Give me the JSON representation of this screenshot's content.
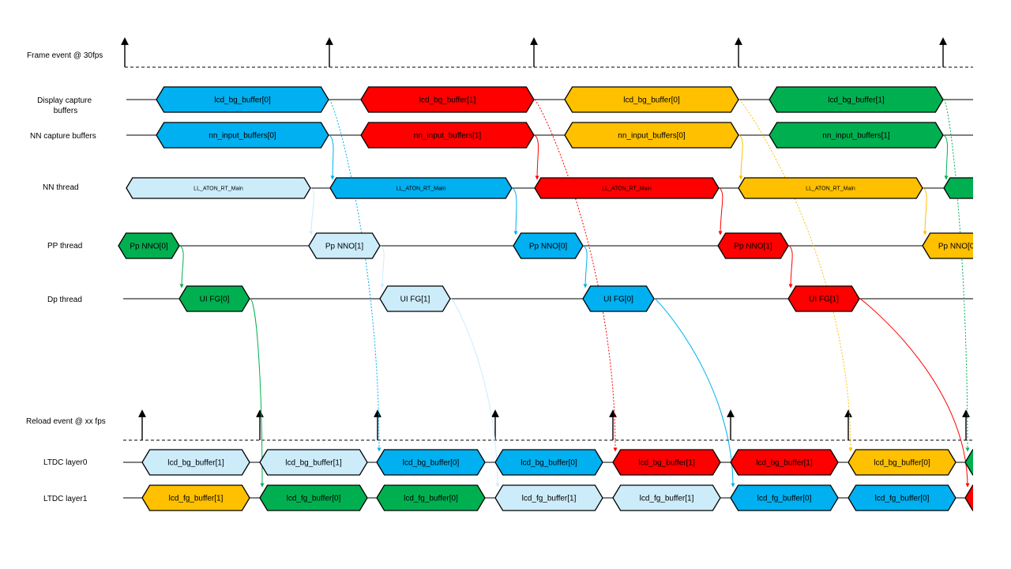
{
  "colors": {
    "light": "#ccecfa",
    "blue": "#00b0f0",
    "red": "#ff0000",
    "yellow": "#ffc000",
    "green": "#00b050",
    "line": "#000000"
  },
  "lanes": [
    {
      "id": "frame",
      "label": "Frame event @ 30fps"
    },
    {
      "id": "disp",
      "label": "Display capture\nbuffers"
    },
    {
      "id": "nncap",
      "label": "NN capture buffers"
    },
    {
      "id": "nnthread",
      "label": "NN thread"
    },
    {
      "id": "pp",
      "label": "PP thread"
    },
    {
      "id": "dp",
      "label": "Dp thread"
    },
    {
      "id": "reload",
      "label": "Reload event @ xx fps"
    },
    {
      "id": "l0",
      "label": "LTDC layer0"
    },
    {
      "id": "l1",
      "label": "LTDC layer1"
    }
  ],
  "blocks": {
    "disp": [
      {
        "label": "lcd_bg_buffer[0]",
        "color": "blue"
      },
      {
        "label": "lcd_bg_buffer[1]",
        "color": "red"
      },
      {
        "label": "lcd_bg_buffer[0]",
        "color": "yellow"
      },
      {
        "label": "lcd_bg_buffer[1]",
        "color": "green"
      }
    ],
    "nncap": [
      {
        "label": "nn_input_buffers[0]",
        "color": "blue"
      },
      {
        "label": "nn_input_buffers[1]",
        "color": "red"
      },
      {
        "label": "nn_input_buffers[0]",
        "color": "yellow"
      },
      {
        "label": "nn_input_buffers[1]",
        "color": "green"
      }
    ],
    "nnthread": [
      {
        "label": "LL_ATON_RT_Main",
        "color": "light"
      },
      {
        "label": "LL_ATON_RT_Main",
        "color": "blue"
      },
      {
        "label": "LL_ATON_RT_Main",
        "color": "red"
      },
      {
        "label": "LL_ATON_RT_Main",
        "color": "yellow"
      },
      {
        "label": "",
        "color": "green"
      }
    ],
    "pp": [
      {
        "label": "Pp NNO[0]",
        "color": "green"
      },
      {
        "label": "Pp NNO[1]",
        "color": "light"
      },
      {
        "label": "Pp NNO[0]",
        "color": "blue"
      },
      {
        "label": "Pp NNO[1]",
        "color": "red"
      },
      {
        "label": "Pp NNO[0]",
        "color": "yellow"
      }
    ],
    "dp": [
      {
        "label": "UI FG[0]",
        "color": "green"
      },
      {
        "label": "UI FG[1]",
        "color": "light"
      },
      {
        "label": "UI FG[0]",
        "color": "blue"
      },
      {
        "label": "UI FG[1]",
        "color": "red"
      }
    ],
    "l0": [
      {
        "label": "lcd_bg_buffer[1]",
        "color": "light"
      },
      {
        "label": "lcd_bg_buffer[1]",
        "color": "light"
      },
      {
        "label": "lcd_bg_buffer[0]",
        "color": "blue"
      },
      {
        "label": "lcd_bg_buffer[0]",
        "color": "blue"
      },
      {
        "label": "lcd_bg_buffer[1]",
        "color": "red"
      },
      {
        "label": "lcd_bg_buffer[1]",
        "color": "red"
      },
      {
        "label": "lcd_bg_buffer[0]",
        "color": "yellow"
      },
      {
        "label": "",
        "color": "green"
      }
    ],
    "l1": [
      {
        "label": "lcd_fg_buffer[1]",
        "color": "yellow"
      },
      {
        "label": "lcd_fg_buffer[0]",
        "color": "green"
      },
      {
        "label": "lcd_fg_buffer[0]",
        "color": "green"
      },
      {
        "label": "lcd_fg_buffer[1]",
        "color": "light"
      },
      {
        "label": "lcd_fg_buffer[1]",
        "color": "light"
      },
      {
        "label": "lcd_fg_buffer[0]",
        "color": "blue"
      },
      {
        "label": "lcd_fg_buffer[0]",
        "color": "blue"
      },
      {
        "label": "",
        "color": "red"
      }
    ]
  },
  "connectors": [
    {
      "from": "disp.0",
      "to": "l0.2",
      "color": "blue",
      "dotted": true
    },
    {
      "from": "disp.1",
      "to": "l0.4",
      "color": "red",
      "dotted": true
    },
    {
      "from": "disp.2",
      "to": "l0.6",
      "color": "yellow",
      "dotted": true
    },
    {
      "from": "disp.3",
      "to": "l0.7",
      "color": "green",
      "dotted": true
    },
    {
      "from": "nncap.0",
      "to": "nnthread.1",
      "color": "blue",
      "dotted": false
    },
    {
      "from": "nncap.1",
      "to": "nnthread.2",
      "color": "red",
      "dotted": false
    },
    {
      "from": "nncap.2",
      "to": "nnthread.3",
      "color": "yellow",
      "dotted": false
    },
    {
      "from": "nncap.3",
      "to": "nnthread.4",
      "color": "green",
      "dotted": false
    },
    {
      "from": "nnthread.0",
      "to": "pp.1",
      "color": "light",
      "dotted": false
    },
    {
      "from": "nnthread.1",
      "to": "pp.2",
      "color": "blue",
      "dotted": false
    },
    {
      "from": "nnthread.2",
      "to": "pp.3",
      "color": "red",
      "dotted": false
    },
    {
      "from": "nnthread.3",
      "to": "pp.4",
      "color": "yellow",
      "dotted": false
    },
    {
      "from": "pp.0",
      "to": "dp.0",
      "color": "green",
      "dotted": false
    },
    {
      "from": "pp.1",
      "to": "dp.1",
      "color": "light",
      "dotted": false
    },
    {
      "from": "pp.2",
      "to": "dp.2",
      "color": "blue",
      "dotted": false
    },
    {
      "from": "pp.3",
      "to": "dp.3",
      "color": "red",
      "dotted": false
    },
    {
      "from": "dp.0",
      "to": "l1.1",
      "color": "green",
      "dotted": false
    },
    {
      "from": "dp.1",
      "to": "l1.3",
      "color": "light",
      "dotted": false
    },
    {
      "from": "dp.2",
      "to": "l1.5",
      "color": "blue",
      "dotted": false
    },
    {
      "from": "dp.3",
      "to": "l1.7",
      "color": "red",
      "dotted": false
    }
  ]
}
